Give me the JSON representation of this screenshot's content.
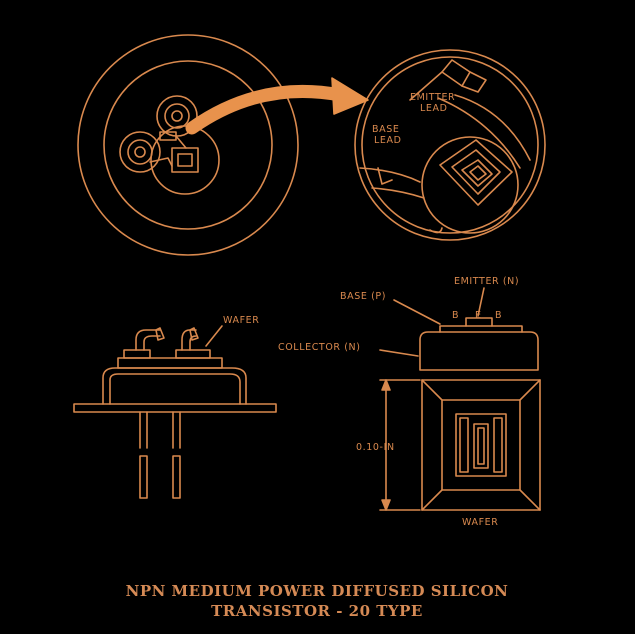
{
  "colors": {
    "background": "#000000",
    "line": "#d9894e",
    "arrow": "#e8924c",
    "caption": "#d58a55"
  },
  "labels": {
    "emitter_lead_line1": "EMITTER",
    "emitter_lead_line2": "LEAD",
    "base_lead_line1": "BASE",
    "base_lead_line2": "LEAD",
    "wafer_side": "WAFER",
    "emitter_n": "EMITTER (N)",
    "base_p": "BASE (P)",
    "collector_n": "COLLECTOR (N)",
    "contact_b_left": "B",
    "contact_e": "E",
    "contact_b_right": "B",
    "dimension": "0.10-IN",
    "wafer_bottom": "WAFER"
  },
  "caption": {
    "line1": "NPN MEDIUM POWER DIFFUSED SILICON",
    "line2": "TRANSISTOR - 20 TYPE"
  }
}
